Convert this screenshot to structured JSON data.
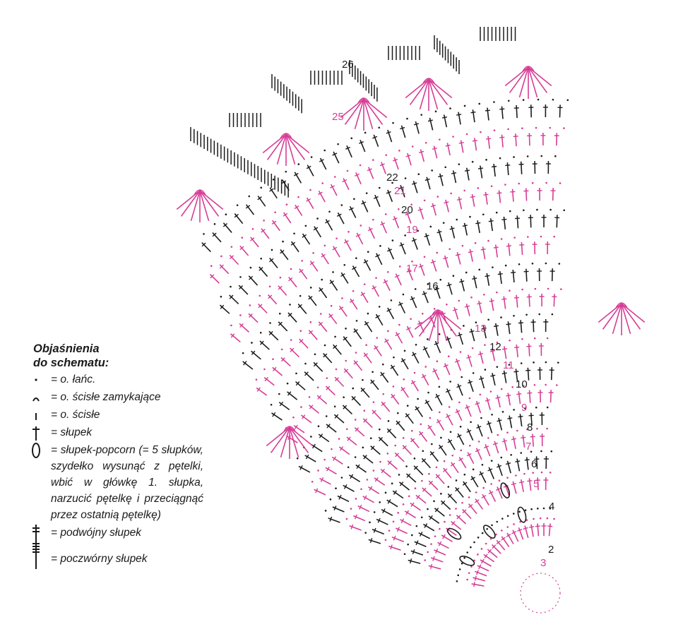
{
  "legend": {
    "title_line1": "Objaśnienia",
    "title_line2": "do schematu:",
    "items": [
      {
        "symbol": "chain-stitch-icon",
        "text": "= o. łańc."
      },
      {
        "symbol": "slip-stitch-icon",
        "text": "= o. ścisłe zamykające"
      },
      {
        "symbol": "single-crochet-icon",
        "text": "= o. ścisłe"
      },
      {
        "symbol": "double-crochet-icon",
        "text": "= słupek"
      },
      {
        "symbol": "popcorn-stitch-icon",
        "text": "= słupek-popcorn (= 5 słupków, szydełko wysunąć z pętelki, wbić w główkę 1. słupka, narzucić pętelkę i przeciągnąć przez ostatnią pętelkę)"
      },
      {
        "symbol": "treble-crochet-icon",
        "text": "= podwójny słupek"
      },
      {
        "symbol": "quadruple-treble-icon",
        "text": "= poczwórny słupek"
      }
    ]
  },
  "chart_data": {
    "type": "crochet-chart",
    "colors": {
      "black_rows": "#1c1c1c",
      "magenta_rows": "#d63d96"
    },
    "row_numbers": [
      "2",
      "3",
      "4",
      "5",
      "6",
      "7",
      "8",
      "9",
      "10",
      "11",
      "12",
      "13",
      "16",
      "17",
      "19",
      "20",
      "21",
      "22",
      "25",
      "26"
    ]
  }
}
